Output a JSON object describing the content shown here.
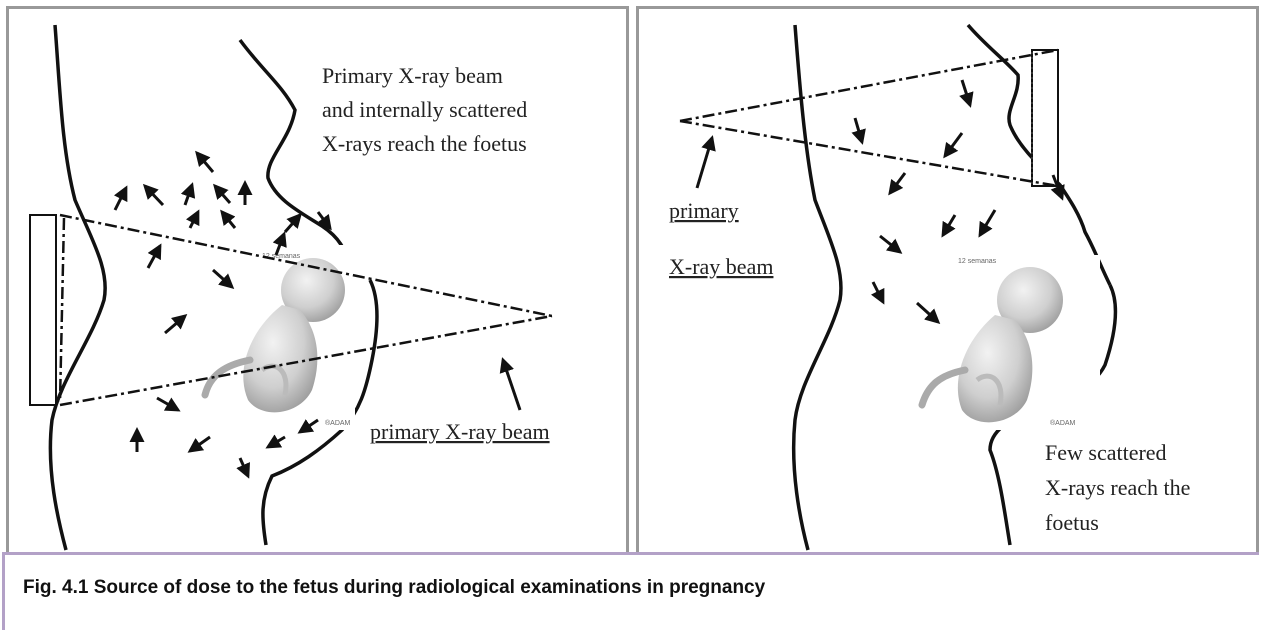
{
  "left_panel": {
    "label_lines": [
      "Primary X-ray beam",
      "and  internally scattered",
      "X-rays reach the  foetus"
    ],
    "beam_label": "primary X-ray beam",
    "fetus_small_top": "12 semanas",
    "fetus_small_bottom": "®ADAM"
  },
  "right_panel": {
    "beam_label_1": "primary",
    "beam_label_2": "X-ray beam",
    "label_lines": [
      "Few scattered",
      "X-rays reach the",
      "foetus"
    ],
    "fetus_small_top": "12 semanas",
    "fetus_small_bottom": "®ADAM"
  },
  "caption": "Fig. 4.1 Source of dose to the fetus during radiological examinations in pregnancy",
  "colors": {
    "panel_border": "#999999",
    "caption_border": "#b3a1c7",
    "ink": "#111111"
  }
}
